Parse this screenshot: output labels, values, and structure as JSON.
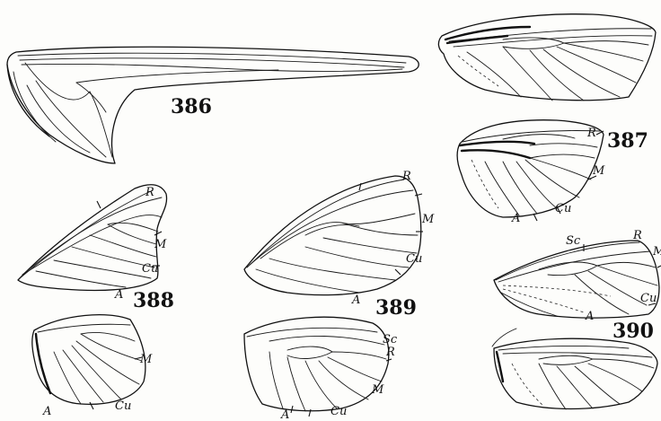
{
  "figures": {
    "f386": {
      "number": "386"
    },
    "f387": {
      "number": "387",
      "labels": {
        "r": "R",
        "m": "M",
        "cu": "Cu",
        "a": "A"
      }
    },
    "f388": {
      "number": "388",
      "labels": {
        "r": "R",
        "m": "M",
        "cu": "Cu",
        "a": "A"
      }
    },
    "f388b": {
      "labels": {
        "m": "M",
        "cu": "Cu",
        "a": "A"
      }
    },
    "f389": {
      "number": "389",
      "labels": {
        "r": "R",
        "m": "M",
        "cu": "Cu",
        "a": "A"
      }
    },
    "f389b": {
      "labels": {
        "sc": "Sc",
        "r": "R",
        "m": "M",
        "cu": "Cu",
        "a": "A"
      }
    },
    "f390": {
      "number": "390",
      "labels": {
        "sc": "Sc",
        "r": "R",
        "m": "M",
        "cu": "Cu",
        "a": "A"
      }
    }
  }
}
